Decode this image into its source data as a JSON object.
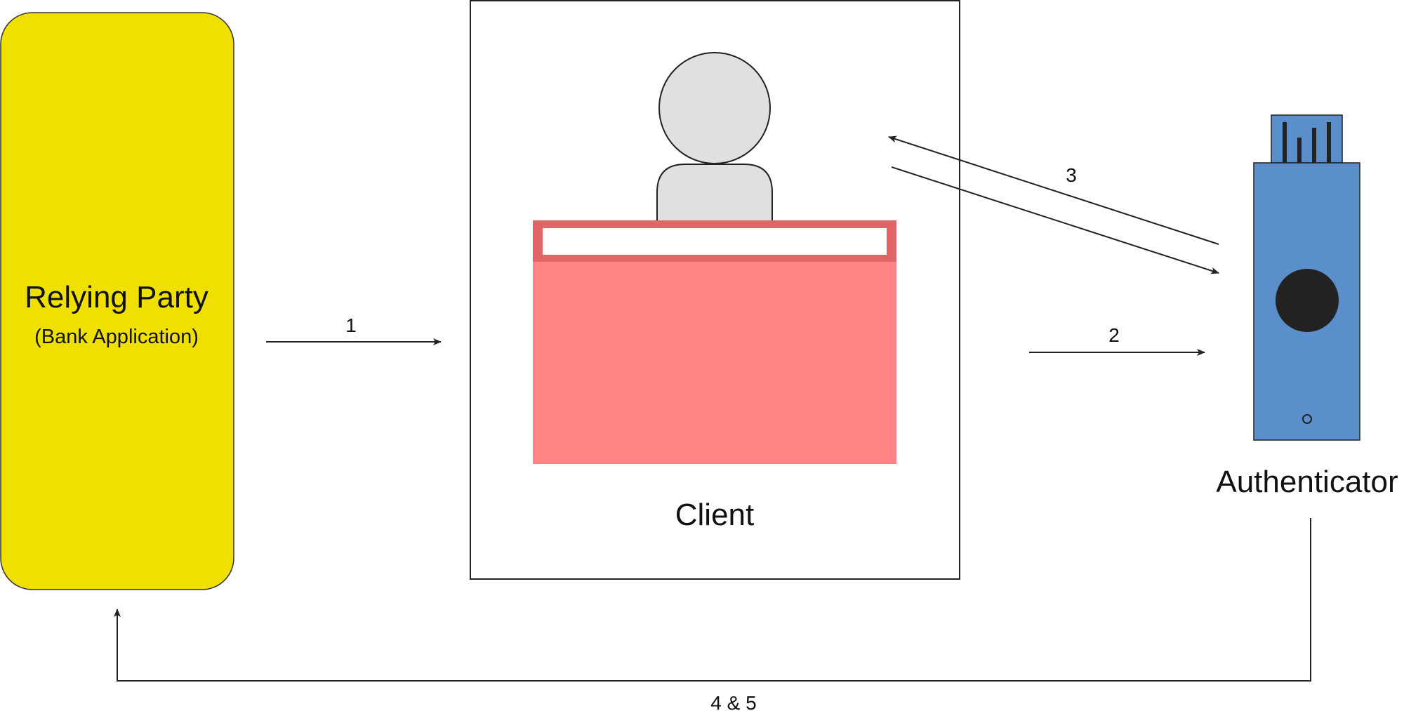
{
  "nodes": {
    "relying_party": {
      "title": "Relying Party",
      "subtitle": "(Bank Application)",
      "color": "#f0e000"
    },
    "client": {
      "label": "Client",
      "browser_color": "#ff8585",
      "browser_bar_color": "#e06666",
      "user_color": "#e0e0e0"
    },
    "authenticator": {
      "label": "Authenticator",
      "body_color": "#5b8fcb",
      "icon": "usb-security-key-icon"
    }
  },
  "steps": {
    "step1": "1",
    "step2": "2",
    "step3": "3",
    "step45": "4 & 5"
  },
  "colors": {
    "line": "#222222",
    "background": "#ffffff"
  }
}
